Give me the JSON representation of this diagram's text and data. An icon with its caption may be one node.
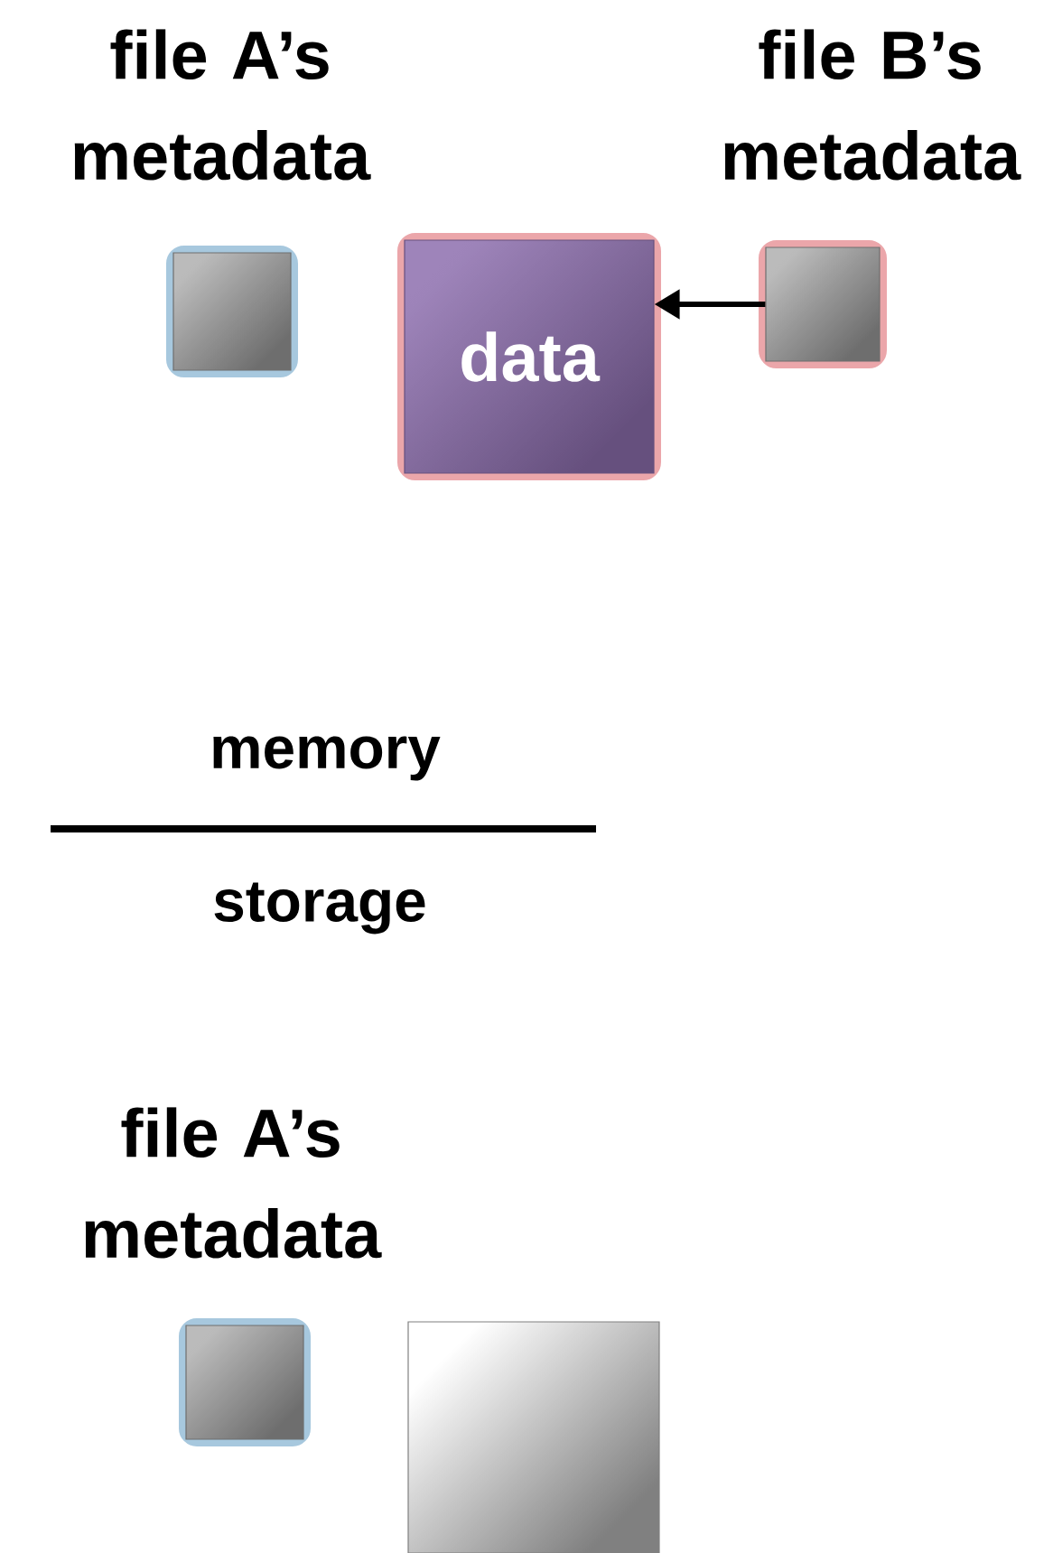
{
  "diagram": {
    "nodes": [
      {
        "text": [
          "file A’s metadata"
        ]
      },
      {
        "text": [
          "data"
        ]
      },
      {
        "text": [
          "file B’s metadata"
        ]
      },
      {
        "text": [
          "file A’s metadata"
        ]
      },
      {
        "text": [],
        "shape": "box"
      }
    ],
    "edges": [
      {
        "from": 2,
        "to": 1,
        "arrow": "to"
      }
    ],
    "labels": [
      "memory",
      "storage"
    ]
  }
}
